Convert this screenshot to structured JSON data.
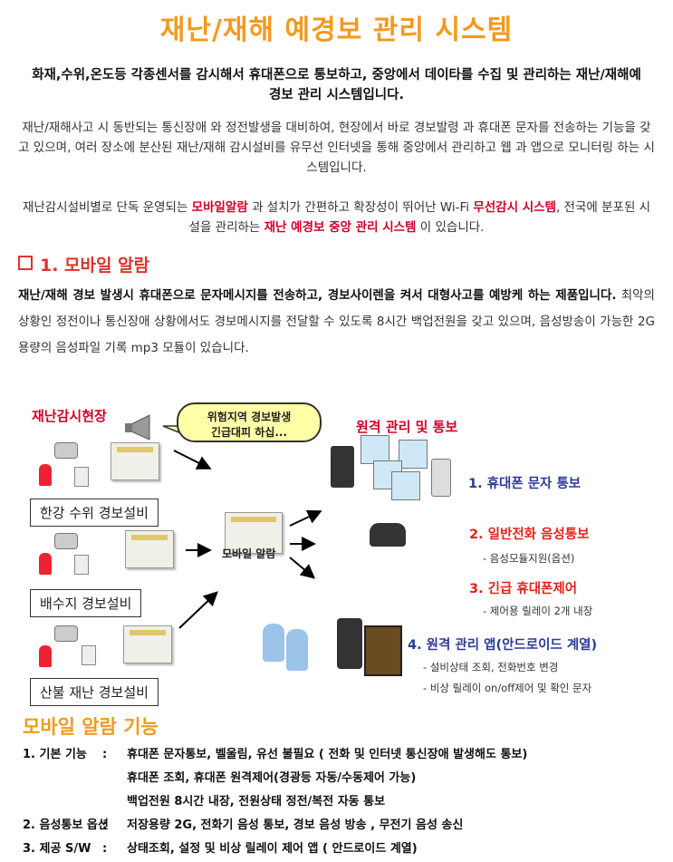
{
  "title": "재난/재해 예경보  관리 시스템",
  "intro": "화재,수위,온도등 각종센서를 감시해서 휴대폰으로 통보하고, 중앙에서 데이타를 수집 및 관리하는 재난/재해예경보 관리 시스템입니다.",
  "para1": "재난/재해사고 시 동반되는 통신장애 와 정전발생을 대비하여, 현장에서 바로 경보발령 과 휴대폰 문자를 전송하는 기능을 갖고 있으며, 여러 장소에 분산된 재난/재해 감시설비를 유무선 인터넷을 통해 중앙에서 관리하고 웹 과 앱으로 모니터링 하는 시스템입니다.",
  "para2": {
    "t1": "재난감시설비별로 단독 운영되는 ",
    "h1": "모바일알람",
    "t2": " 과 설치가 간편하고 확장성이 뛰어난 Wi-Fi  ",
    "h2": "무선감시 시스템",
    "t3": ", 전국에 분포된 시설을 관리하는 ",
    "h3": "재난 예경보 중앙 관리 시스템",
    "t4": " 이 있습니다."
  },
  "section1": {
    "heading": "1. 모바일 알람",
    "bold": "재난/재해 경보 발생시 휴대폰으로 문자메시지를 전송하고, 경보사이렌을 켜서 대형사고를 예방케 하는 제품입니다.",
    "normal": " 최악의 상황인 정전이나 통신장애 상황에서도 경보메시지를 전달할 수 있도록 8시간 백업전원을 갖고 있으며, 음성방송이 가능한 2G 용량의 음성파일 기록 mp3 모듈이 있습니다."
  },
  "diagram": {
    "site_label": "재난감시현장",
    "bubble": "위험지역 경보발생\n긴급대피 하십...",
    "remote_label": "원격  관리  및  통보",
    "sites": [
      "한강 수위  경보설비",
      "배수지  경보설비",
      "산불 재난  경보설비"
    ],
    "center": "모바일 알람",
    "outputs": [
      {
        "label": "1. 휴대폰 문자 통보",
        "color": "#2b3a9a",
        "sub": []
      },
      {
        "label": "2. 일반전화 음성통보",
        "color": "#e8201a",
        "sub": [
          "- 음성모듈지원(옵션)"
        ]
      },
      {
        "label": "3. 긴급 휴대폰제어",
        "color": "#e8201a",
        "sub": [
          "- 제어용 릴레이 2개 내장"
        ]
      },
      {
        "label": "4. 원격 관리 앱(안드로이드 계열)",
        "color": "#2b3a9a",
        "sub": [
          "- 설비상태 조회, 전화번호 변경",
          "- 비상 릴레이 on/off제어 및 확인 문자"
        ]
      }
    ]
  },
  "functions": {
    "title": "모바일 알람 기능",
    "rows": [
      {
        "num": "1.  기본 기능",
        "colon": ":",
        "text": "휴대폰 문자통보, 벨울림, 유선 불필요 ( 전화 및 인터넷 통신장애 발생해도 통보)"
      },
      {
        "num": "",
        "colon": "",
        "text": "휴대폰 조회, 휴대폰 원격제어(경광등 자동/수동제어 가능)"
      },
      {
        "num": "",
        "colon": "",
        "text": "백업전원 8시간 내장, 전원상태 정전/복전 자동 통보"
      },
      {
        "num": "2. 음성통보 옵션",
        "colon": ":",
        "text": "저장용량 2G, 전화기 음성 통보,  경보 음성 방송 , 무전기 음성 송신"
      },
      {
        "num": "3. 제공 S/W",
        "colon": ":",
        "text": "상태조회, 설정 및 비상 릴레이 제어 앱 ( 안드로이드 계열)"
      }
    ]
  },
  "colors": {
    "title": "#f29a1e",
    "accent_red": "#d4002a",
    "accent_blue": "#2b3a9a"
  }
}
